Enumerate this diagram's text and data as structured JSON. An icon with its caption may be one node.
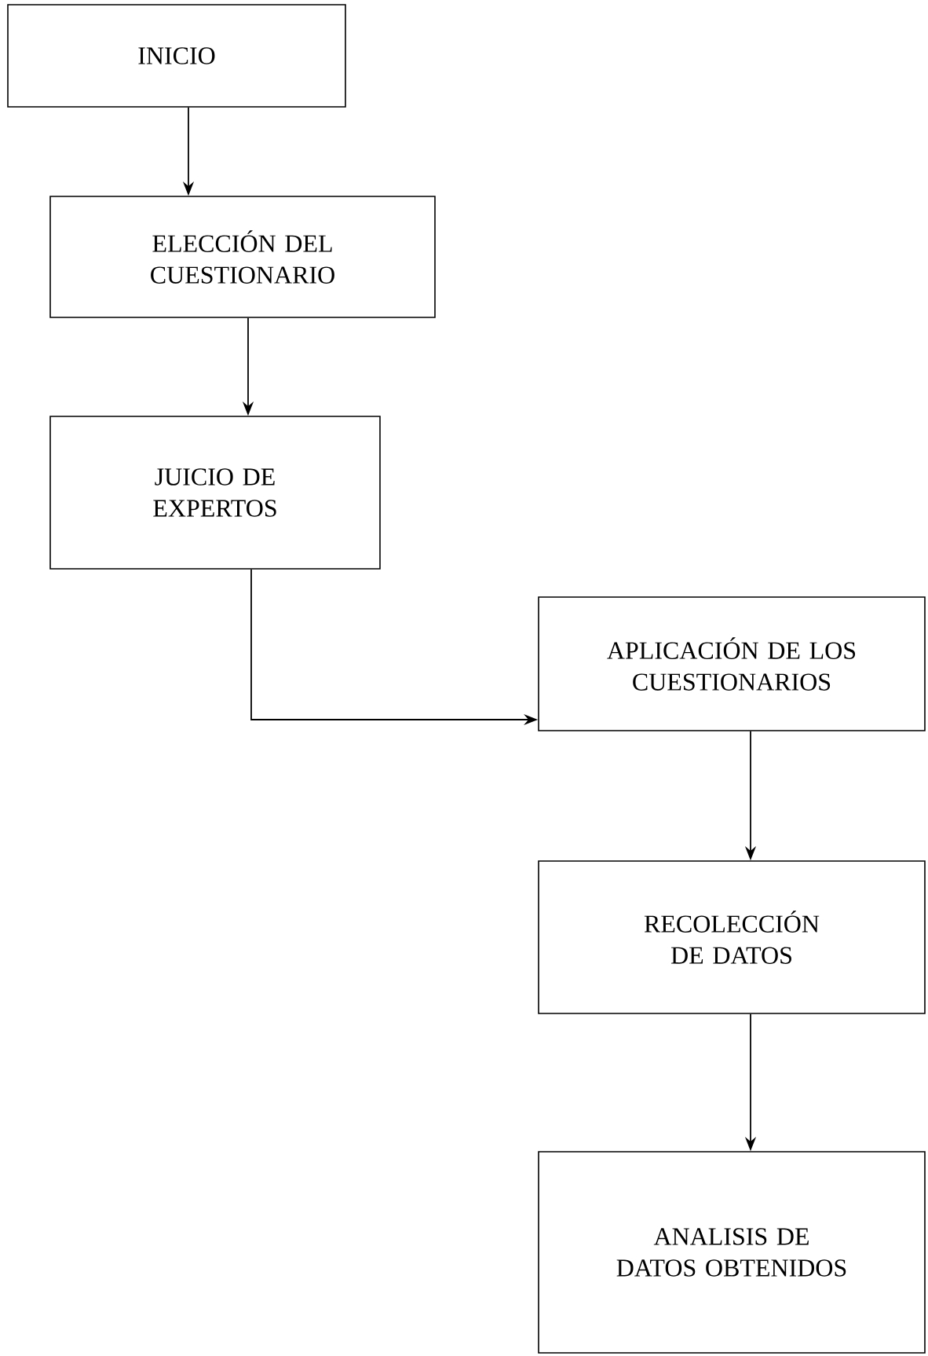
{
  "diagram": {
    "nodes": [
      {
        "text": [
          "INICIO"
        ]
      },
      {
        "text": [
          "ELECCIÓN DEL CUESTIONARIO"
        ]
      },
      {
        "text": [
          "JUICIO DE EXPERTOS"
        ]
      },
      {
        "text": [
          "APLICACIÓN DE LOS CUESTIONARIOS"
        ]
      },
      {
        "text": [
          "RECOLECCIÓN DE DATOS"
        ]
      },
      {
        "text": [
          "ANALISIS DE DATOS OBTENIDOS"
        ]
      }
    ],
    "edges": [
      {
        "from": 0,
        "to": 1,
        "arrow": "to"
      },
      {
        "from": 1,
        "to": 2,
        "arrow": "to"
      },
      {
        "from": 2,
        "to": 3,
        "arrow": "to"
      },
      {
        "from": 3,
        "to": 4,
        "arrow": "to"
      },
      {
        "from": 4,
        "to": 5,
        "arrow": "to"
      }
    ]
  }
}
